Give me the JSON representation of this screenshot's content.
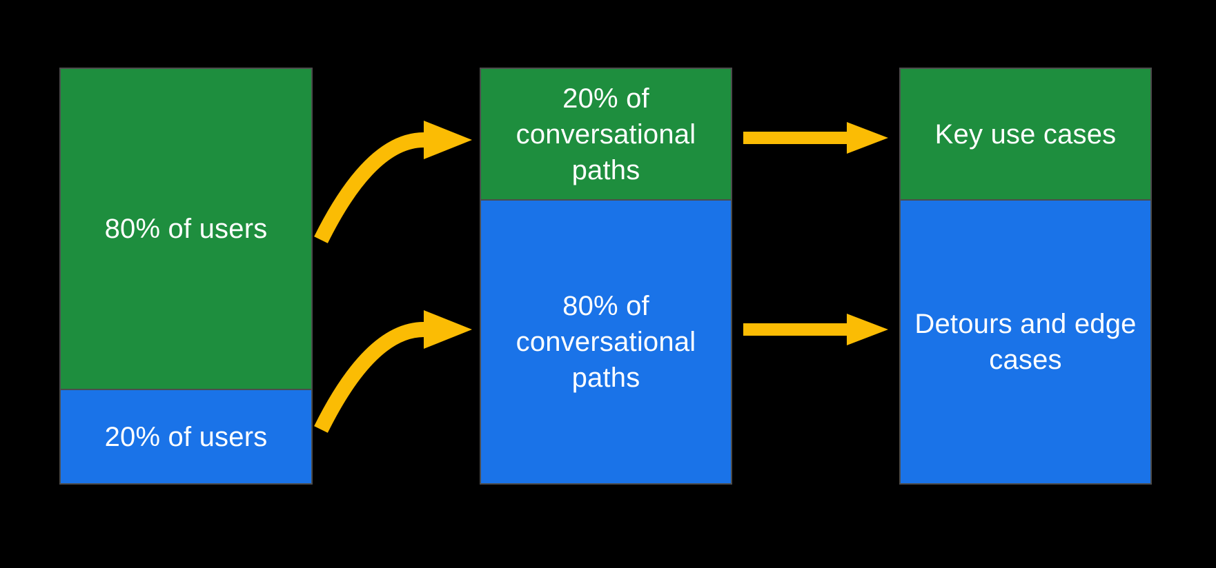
{
  "colors": {
    "background": "#000000",
    "green": "#1e8e3e",
    "blue": "#1a73e8",
    "yellow": "#fbbc04",
    "text": "#ffffff",
    "border": "#4c4c4c"
  },
  "columns": [
    {
      "id": "users",
      "segments": [
        {
          "color": "green",
          "label": "80% of users"
        },
        {
          "color": "blue",
          "label": "20% of users"
        }
      ]
    },
    {
      "id": "conversational-paths",
      "segments": [
        {
          "color": "green",
          "label": "20% of conversational paths"
        },
        {
          "color": "blue",
          "label": "80% of conversational paths"
        }
      ]
    },
    {
      "id": "cases",
      "segments": [
        {
          "color": "green",
          "label": "Key use cases"
        },
        {
          "color": "blue",
          "label": "Detours and edge cases"
        }
      ]
    }
  ],
  "arrows": [
    {
      "id": "users-green-to-paths-green",
      "style": "curved"
    },
    {
      "id": "users-blue-to-paths-blue",
      "style": "curved"
    },
    {
      "id": "paths-green-to-key-use-cases",
      "style": "straight"
    },
    {
      "id": "paths-blue-to-detours",
      "style": "straight"
    }
  ]
}
